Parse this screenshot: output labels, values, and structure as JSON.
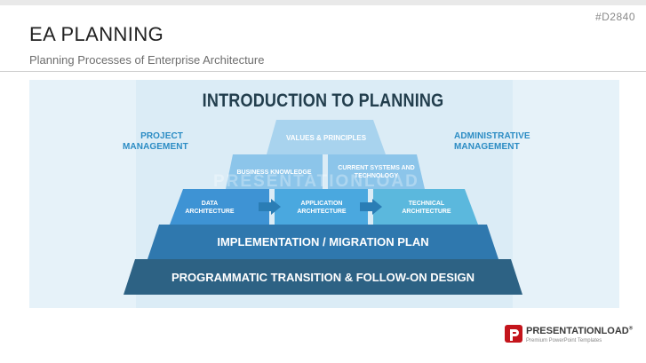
{
  "header": {
    "code": "#D2840",
    "title": "EA PLANNING",
    "subtitle": "Planning Processes of Enterprise Architecture"
  },
  "diagram": {
    "title": "INTRODUCTION TO PLANNING",
    "left_label": [
      "PROJECT",
      "MANAGEMENT"
    ],
    "right_label": [
      "ADMINISTRATIVE",
      "MANAGEMENT"
    ],
    "watermark": "PRESENTATIONLOAD",
    "tiers": {
      "top": "VALUES & PRINCIPLES",
      "second_left": "BUSINESS KNOWLEDGE",
      "second_right": [
        "CURRENT SYSTEMS AND",
        "TECHNOLOGY"
      ],
      "third_left": [
        "DATA",
        "ARCHITECTURE"
      ],
      "third_mid": [
        "APPLICATION",
        "ARCHITECTURE"
      ],
      "third_right": [
        "TECHNICAL",
        "ARCHITECTURE"
      ],
      "fourth": "IMPLEMENTATION / MIGRATION PLAN",
      "base": "PROGRAMMATIC TRANSITION & FOLLOW-ON DESIGN"
    },
    "colors": {
      "top": "#a8d3ee",
      "second": "#8cc5ea",
      "third_left": "#3e93d4",
      "third_mid": "#4aa8df",
      "third_right": "#5bb8dd",
      "fourth": "#2f78ae",
      "base": "#2d6284",
      "arrow": "#2a7db5"
    }
  },
  "logo": {
    "name": "PRESENTATIONLOAD",
    "mark": "®",
    "tagline": "Premium PowerPoint Templates",
    "color": "#c4151c"
  }
}
